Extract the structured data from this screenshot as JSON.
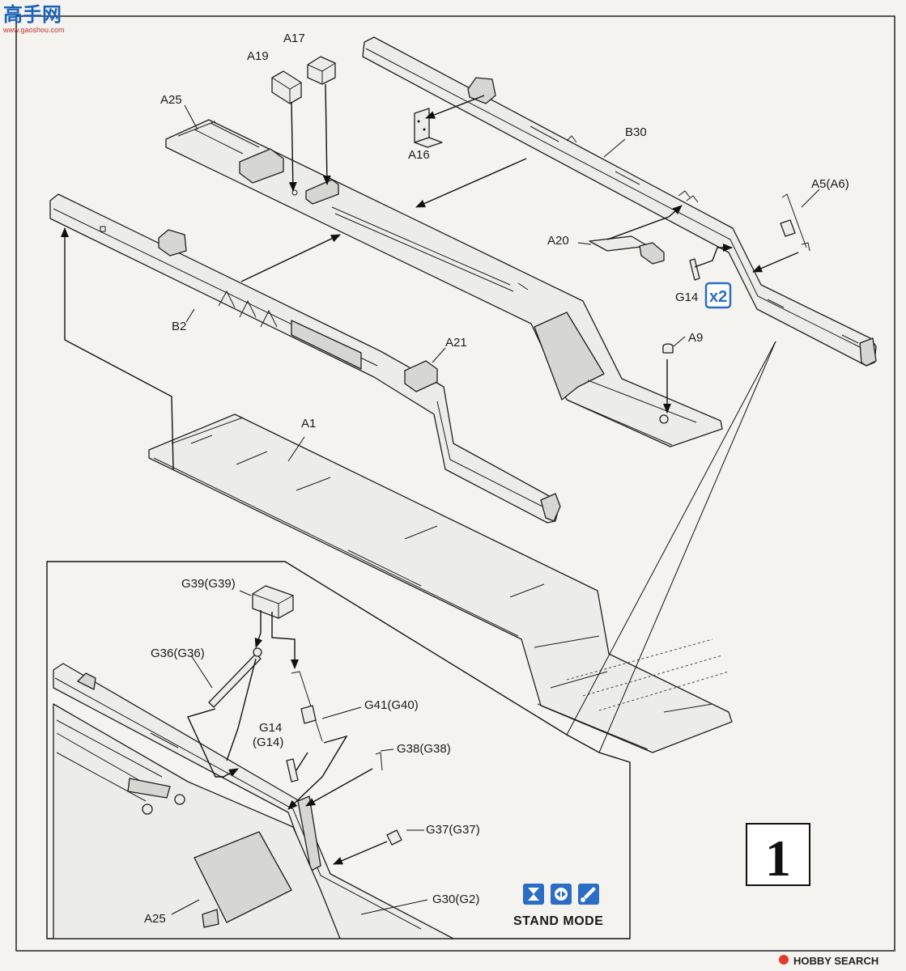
{
  "watermark_site": "高手网",
  "watermark_url": "www.gaoshou.com",
  "step_number": "1",
  "footer_brand": "HOBBY SEARCH",
  "mode_label": "STAND MODE",
  "multiplier": "x2",
  "icons": [
    "hourglass-icon",
    "assemble-icon",
    "paint-brush-icon"
  ],
  "colors": {
    "line": "#1e1e1e",
    "part_fill": "#ececea",
    "badge": "#2b6cc4"
  },
  "labels": {
    "a17": "A17",
    "a19": "A19",
    "a25": "A25",
    "a16": "A16",
    "b30": "B30",
    "a5": "A5(A6)",
    "a20": "A20",
    "g14": "G14",
    "b2": "B2",
    "a21": "A21",
    "a9": "A9",
    "a1": "A1"
  },
  "inset_labels": {
    "g39": "G39(G39)",
    "g36": "G36(G36)",
    "g41": "G41(G40)",
    "g14a": "G14",
    "g14b": "(G14)",
    "g38": "G38(G38)",
    "g37": "G37(G37)",
    "g30": "G30(G2)",
    "a25": "A25"
  }
}
